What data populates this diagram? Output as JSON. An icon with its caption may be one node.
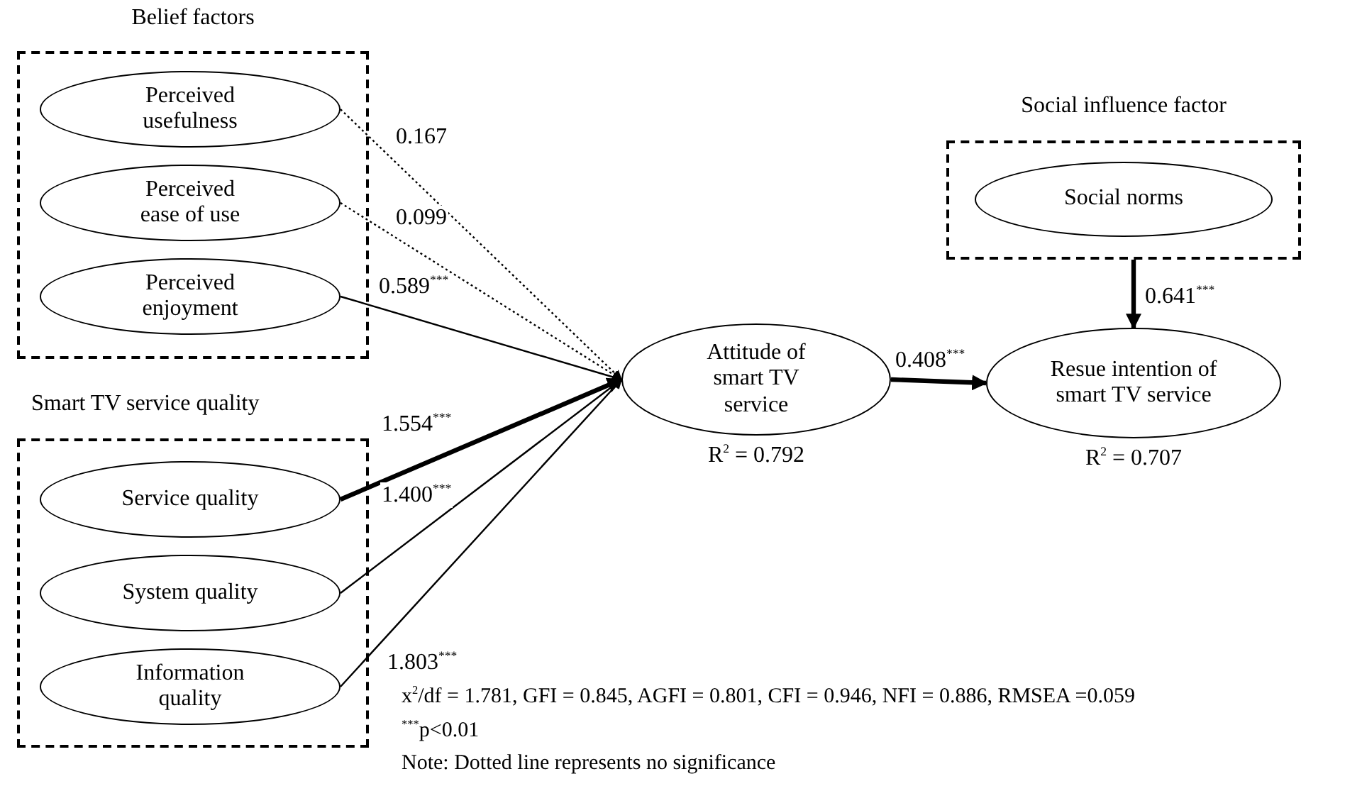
{
  "diagram": {
    "nodes": [
      {
        "text": [
          "Belief factors"
        ]
      },
      {
        "text": [
          "Perceived usefulness"
        ],
        "in": 0
      },
      {
        "text": [
          "Perceived ease of use"
        ],
        "in": 0
      },
      {
        "text": [
          "Perceived enjoyment"
        ],
        "in": 0
      },
      {
        "text": [
          "Smart TV service quality"
        ]
      },
      {
        "text": [
          "Service quality"
        ],
        "in": 4
      },
      {
        "text": [
          "System quality"
        ],
        "in": 4
      },
      {
        "text": [
          "Information quality"
        ],
        "in": 4
      },
      {
        "text": [
          "Social influence factor"
        ]
      },
      {
        "text": [
          "Social norms"
        ],
        "in": 8
      },
      {
        "text": [
          "Attitude of smart TV service"
        ],
        "beside": [
          "R$^{2}$ = 0.792"
        ]
      },
      {
        "text": [
          "Resue intention of smart TV service"
        ],
        "beside": [
          "R$^{2}$ = 0.707"
        ]
      }
    ],
    "edges": [
      {
        "from": 1,
        "to": 10,
        "arrow": "to",
        "label": "0.167",
        "style": "dashed"
      },
      {
        "from": 2,
        "to": 10,
        "arrow": "to",
        "label": "0.099",
        "style": "dashed"
      },
      {
        "from": 3,
        "to": 10,
        "arrow": "to",
        "label": "0.589$^{***}$"
      },
      {
        "from": 5,
        "to": 10,
        "arrow": "to",
        "label": "1.554$^{***}$",
        "style": "thick"
      },
      {
        "from": 6,
        "to": 10,
        "arrow": "to",
        "label": "1.400$^{***}$"
      },
      {
        "from": 7,
        "to": 10,
        "arrow": "to",
        "label": "1.803$^{***}$"
      },
      {
        "from": 10,
        "to": 11,
        "arrow": "to",
        "label": "0.408$^{***}$",
        "style": "thick"
      },
      {
        "from": 8,
        "to": 11,
        "arrow": "to",
        "label": "0.641$^{***}$",
        "style": "thick"
      }
    ],
    "labels": [
      "x$^{2}$/df = 1.781, GFI = 0.845, AGFI = 0.801, CFI = 0.946, NFI = 0.886, RMSEA =0.059",
      "$^{***}$p<0.01",
      "Note: Dotted line represents no significance"
    ]
  }
}
